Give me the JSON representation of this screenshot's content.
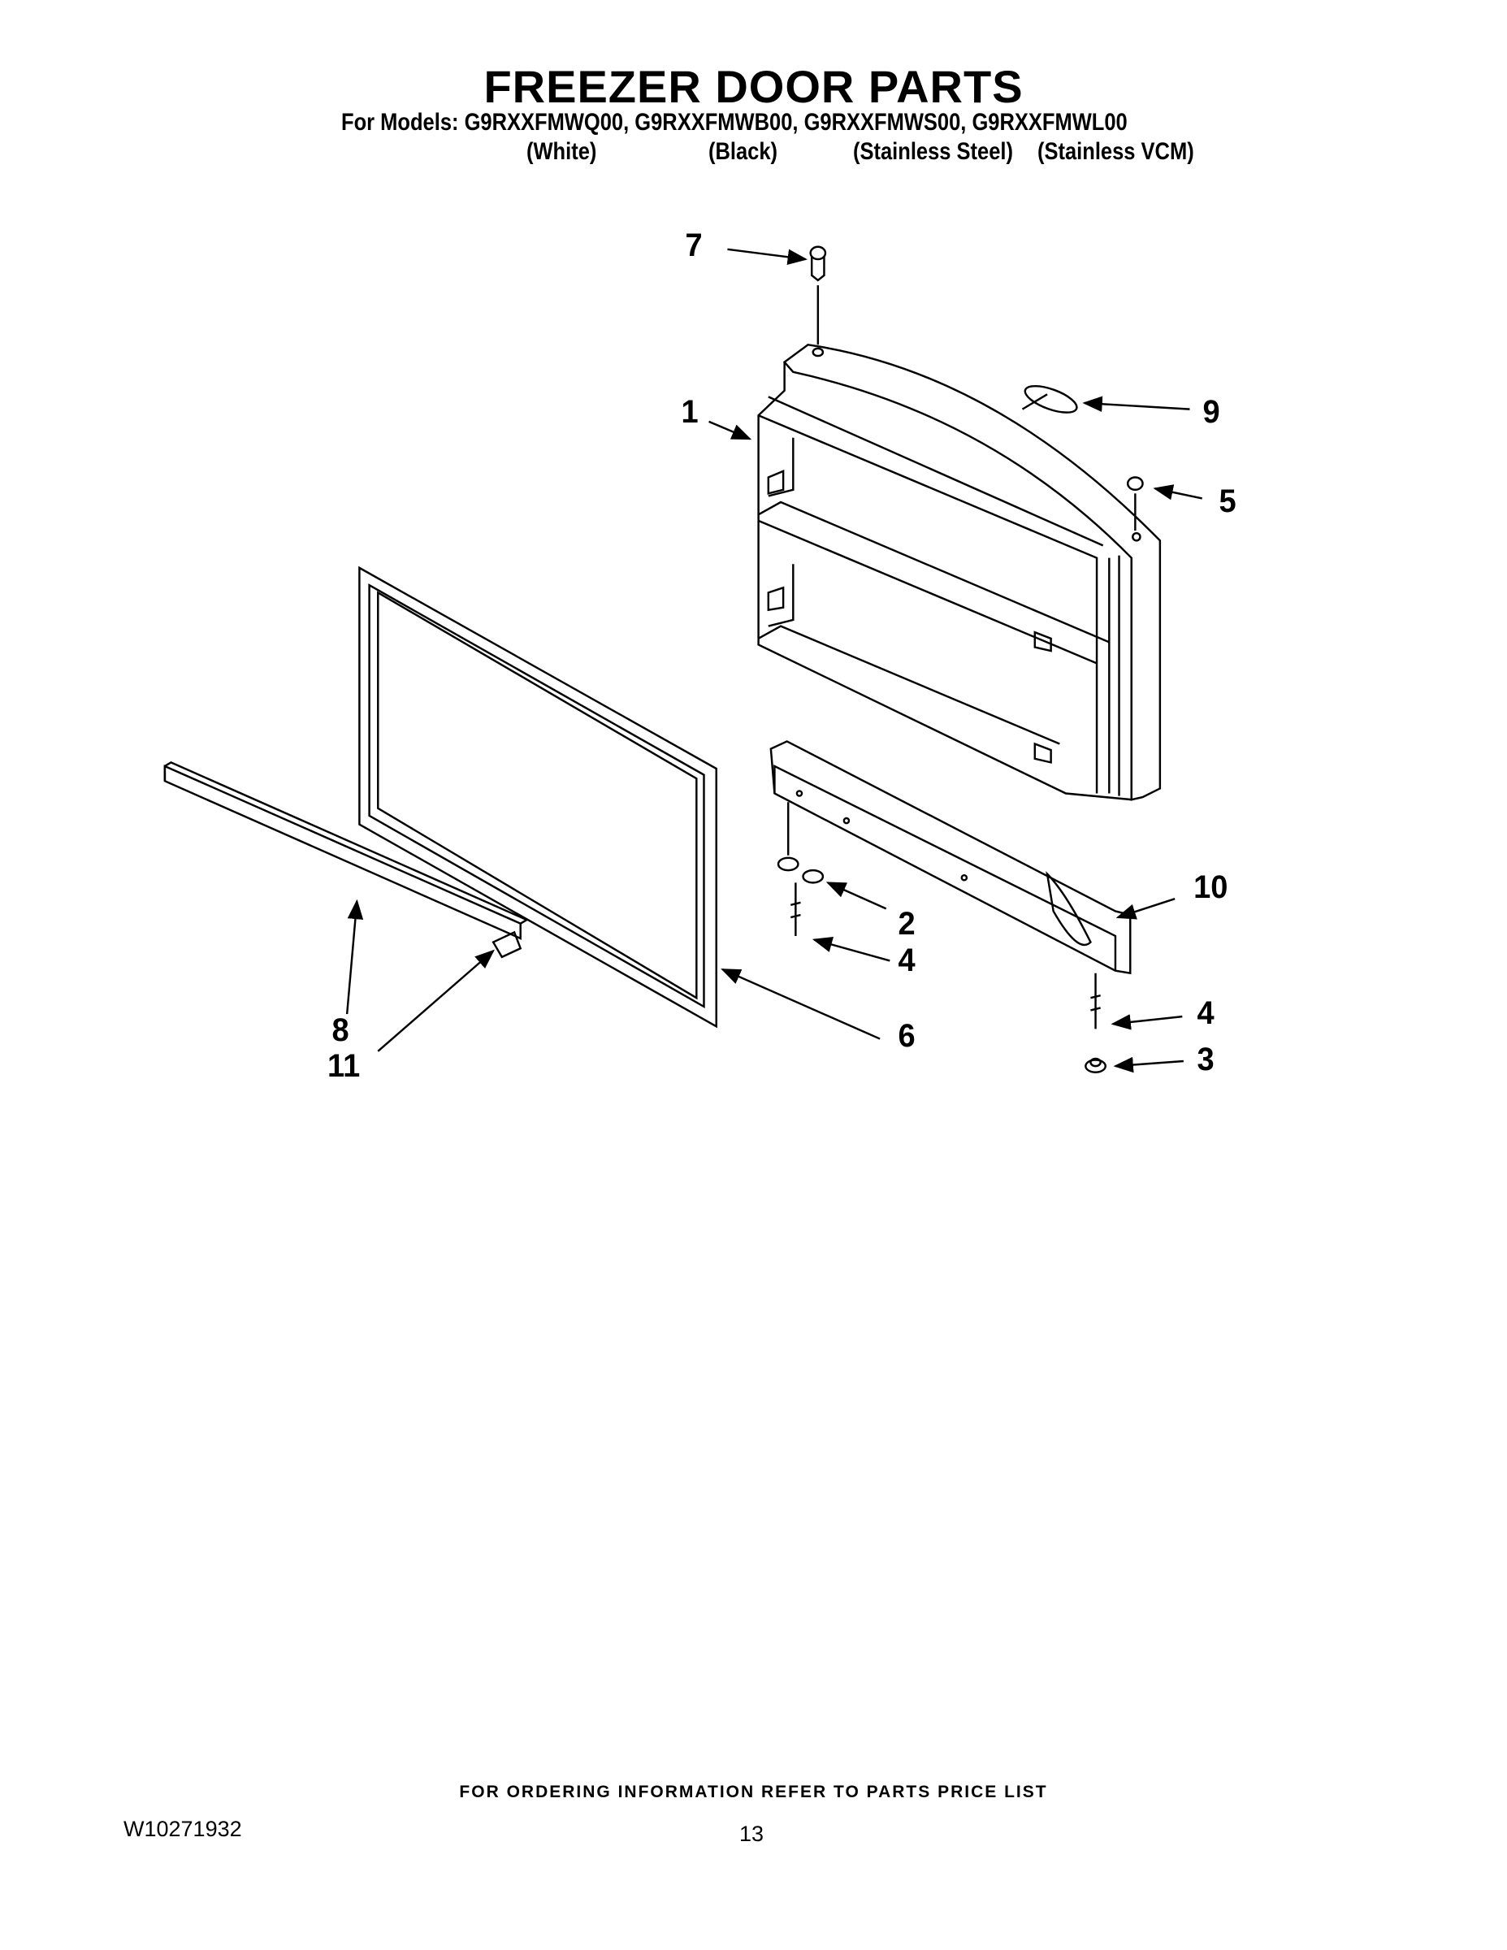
{
  "header": {
    "title": "FREEZER DOOR PARTS",
    "models_line": "For Models: G9RXXFMWQ00, G9RXXFMWB00, G9RXXFMWS00, G9RXXFMWL00",
    "colors": [
      "(White)",
      "(Black)",
      "(Stainless Steel)",
      "(Stainless VCM)"
    ]
  },
  "diagram": {
    "callouts": [
      "7",
      "1",
      "9",
      "5",
      "10",
      "2",
      "4",
      "4",
      "3",
      "8",
      "11",
      "6"
    ]
  },
  "footer": {
    "note": "FOR ORDERING INFORMATION REFER TO PARTS PRICE LIST",
    "doc_id": "W10271932",
    "page_number": "13"
  }
}
